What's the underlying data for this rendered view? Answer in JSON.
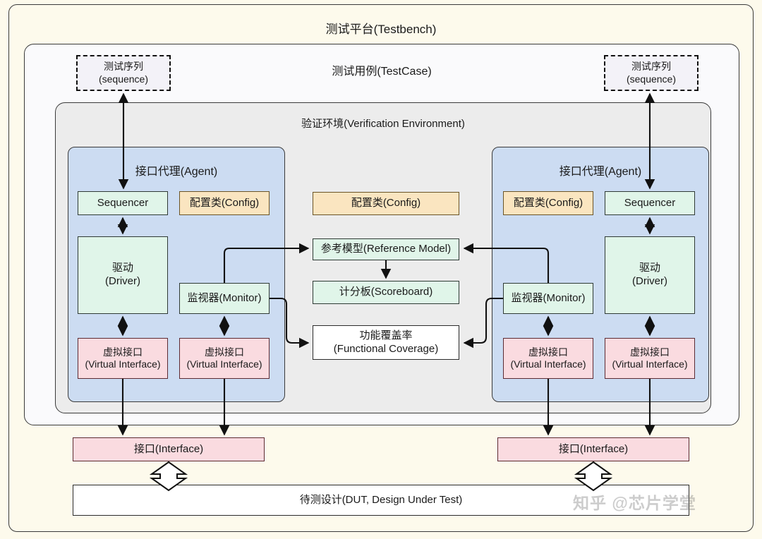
{
  "diagram": {
    "title": "测试平台(Testbench)",
    "testcase_title": "测试用例(TestCase)",
    "env_title": "验证环境(Verification Environment)",
    "watermark": "知乎 @芯片学堂",
    "colors": {
      "page_background": "#fdfaec",
      "testcase_background": "#fafafc",
      "env_background": "#ececec",
      "agent_background": "#ccdcf2",
      "green_node": "#e0f5e9",
      "orange_node": "#fae5c0",
      "pink_node": "#fadbe0",
      "white_node": "#ffffff",
      "dashed_node": "#f3f2f8",
      "stroke": "#1a1a1a"
    }
  },
  "sequences": {
    "left": "测试序列\n(sequence)",
    "right": "测试序列\n(sequence)"
  },
  "agent_left": {
    "title": "接口代理(Agent)",
    "sequencer": "Sequencer",
    "config": "配置类(Config)",
    "driver": "驱动\n(Driver)",
    "monitor": "监视器(Monitor)",
    "vif_driver": "虚拟接口\n(Virtual Interface)",
    "vif_monitor": "虚拟接口\n(Virtual Interface)"
  },
  "agent_right": {
    "title": "接口代理(Agent)",
    "sequencer": "Sequencer",
    "config": "配置类(Config)",
    "driver": "驱动\n(Driver)",
    "monitor": "监视器(Monitor)",
    "vif_driver": "虚拟接口\n(Virtual Interface)",
    "vif_monitor": "虚拟接口\n(Virtual Interface)"
  },
  "center": {
    "config": "配置类(Config)",
    "reference_model": "参考模型(Reference Model)",
    "scoreboard": "计分板(Scoreboard)",
    "functional_coverage": "功能覆盖率\n(Functional Coverage)"
  },
  "bottom": {
    "interface_left": "接口(Interface)",
    "interface_right": "接口(Interface)",
    "dut": "待测设计(DUT, Design Under Test)"
  }
}
